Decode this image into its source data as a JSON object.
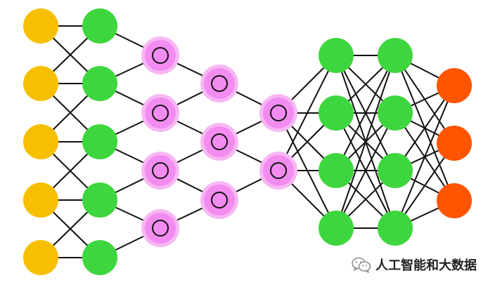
{
  "diagram": {
    "colors": {
      "input": "#F6C000",
      "convolution": "#F28CF0",
      "convolution_halo": "#F7B7F4",
      "hidden": "#3ED63E",
      "output": "#FF5400",
      "edge": "#111111",
      "background": "#FFFFFF"
    },
    "layers": [
      {
        "role": "input",
        "nodes": 5,
        "marker": "none"
      },
      {
        "role": "hidden",
        "nodes": 5,
        "marker": "none"
      },
      {
        "role": "convolution",
        "nodes": 4,
        "marker": "circle"
      },
      {
        "role": "convolution",
        "nodes": 3,
        "marker": "circle"
      },
      {
        "role": "convolution",
        "nodes": 2,
        "marker": "circle"
      },
      {
        "role": "hidden",
        "nodes": 4,
        "marker": "none"
      },
      {
        "role": "hidden",
        "nodes": 4,
        "marker": "none"
      },
      {
        "role": "output",
        "nodes": 3,
        "marker": "none"
      }
    ],
    "connections": [
      {
        "from": 0,
        "to": 1,
        "pattern": "local-3"
      },
      {
        "from": 1,
        "to": 2,
        "pattern": "local-2"
      },
      {
        "from": 2,
        "to": 3,
        "pattern": "local-2"
      },
      {
        "from": 3,
        "to": 4,
        "pattern": "local-2"
      },
      {
        "from": 4,
        "to": 5,
        "pattern": "full"
      },
      {
        "from": 5,
        "to": 6,
        "pattern": "full"
      },
      {
        "from": 6,
        "to": 7,
        "pattern": "full"
      }
    ]
  },
  "watermark": {
    "icon": "wechat-icon",
    "text": "人工智能和大数据"
  }
}
